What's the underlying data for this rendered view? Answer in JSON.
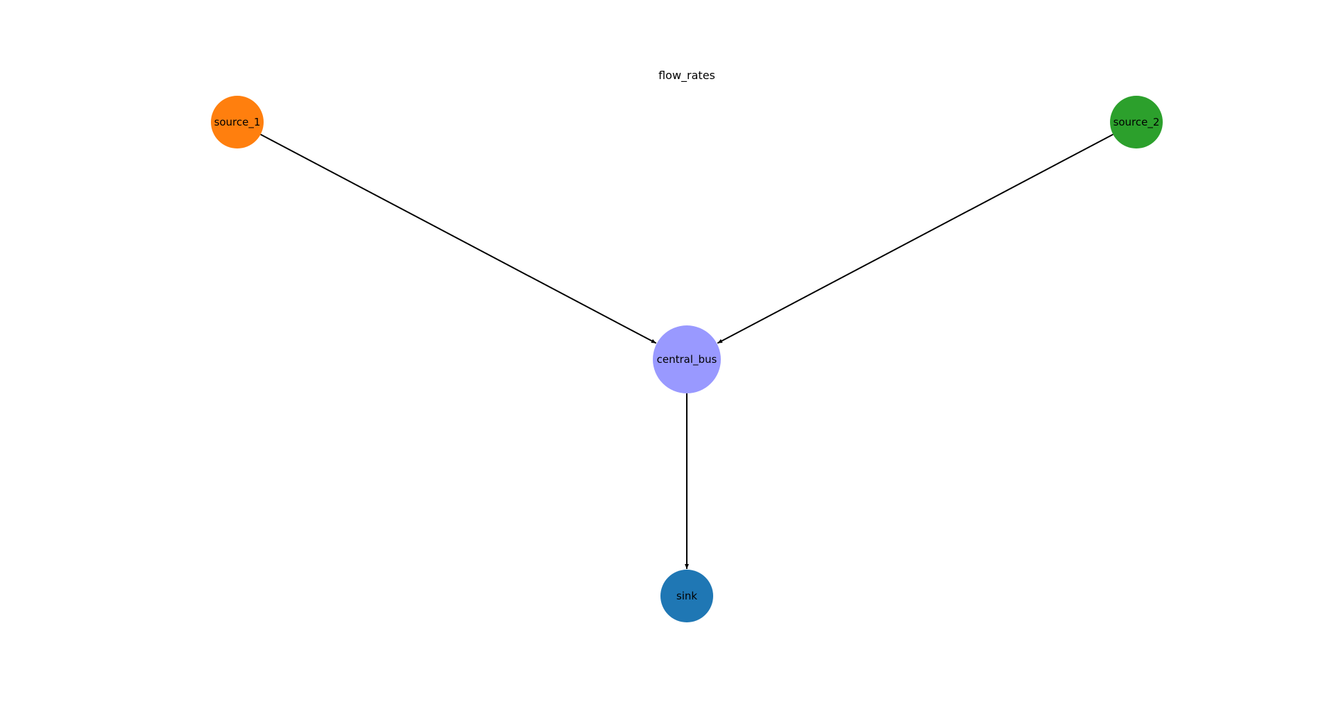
{
  "title": "flow_rates",
  "nodes": [
    {
      "id": "source_1",
      "label": "source_1",
      "color": "#ff7f0e"
    },
    {
      "id": "source_2",
      "label": "source_2",
      "color": "#2ca02c"
    },
    {
      "id": "central_bus",
      "label": "central_bus",
      "color": "#9999ff"
    },
    {
      "id": "sink",
      "label": "sink",
      "color": "#1f77b4"
    }
  ],
  "edges": [
    {
      "from": "source_1",
      "to": "central_bus"
    },
    {
      "from": "source_2",
      "to": "central_bus"
    },
    {
      "from": "central_bus",
      "to": "sink"
    }
  ]
}
